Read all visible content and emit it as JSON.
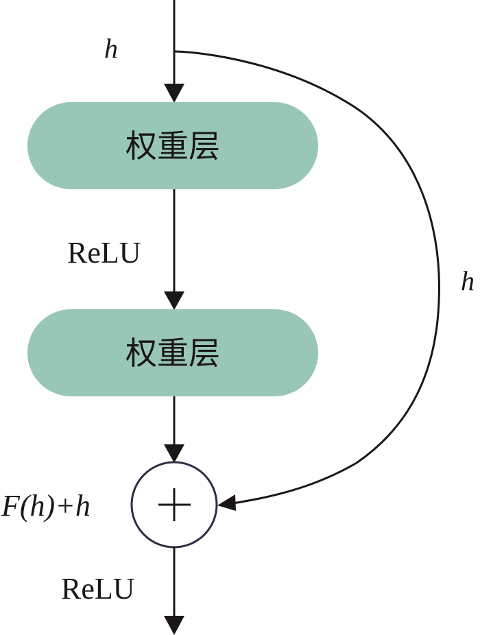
{
  "diagram": {
    "type": "residual-block",
    "colors": {
      "layer_fill": "#98c6b7",
      "stroke": "#1a1716",
      "sum_node_stroke": "#2e2d44",
      "text": "#1a1716"
    },
    "input_label": "h",
    "layers": [
      {
        "label": "权重层"
      },
      {
        "label": "权重层"
      }
    ],
    "activation_between_layers": "ReLU",
    "shortcut_label": "h",
    "sum_node": {
      "symbol": "+",
      "label": "F(h)+h"
    },
    "output_activation": "ReLU"
  }
}
